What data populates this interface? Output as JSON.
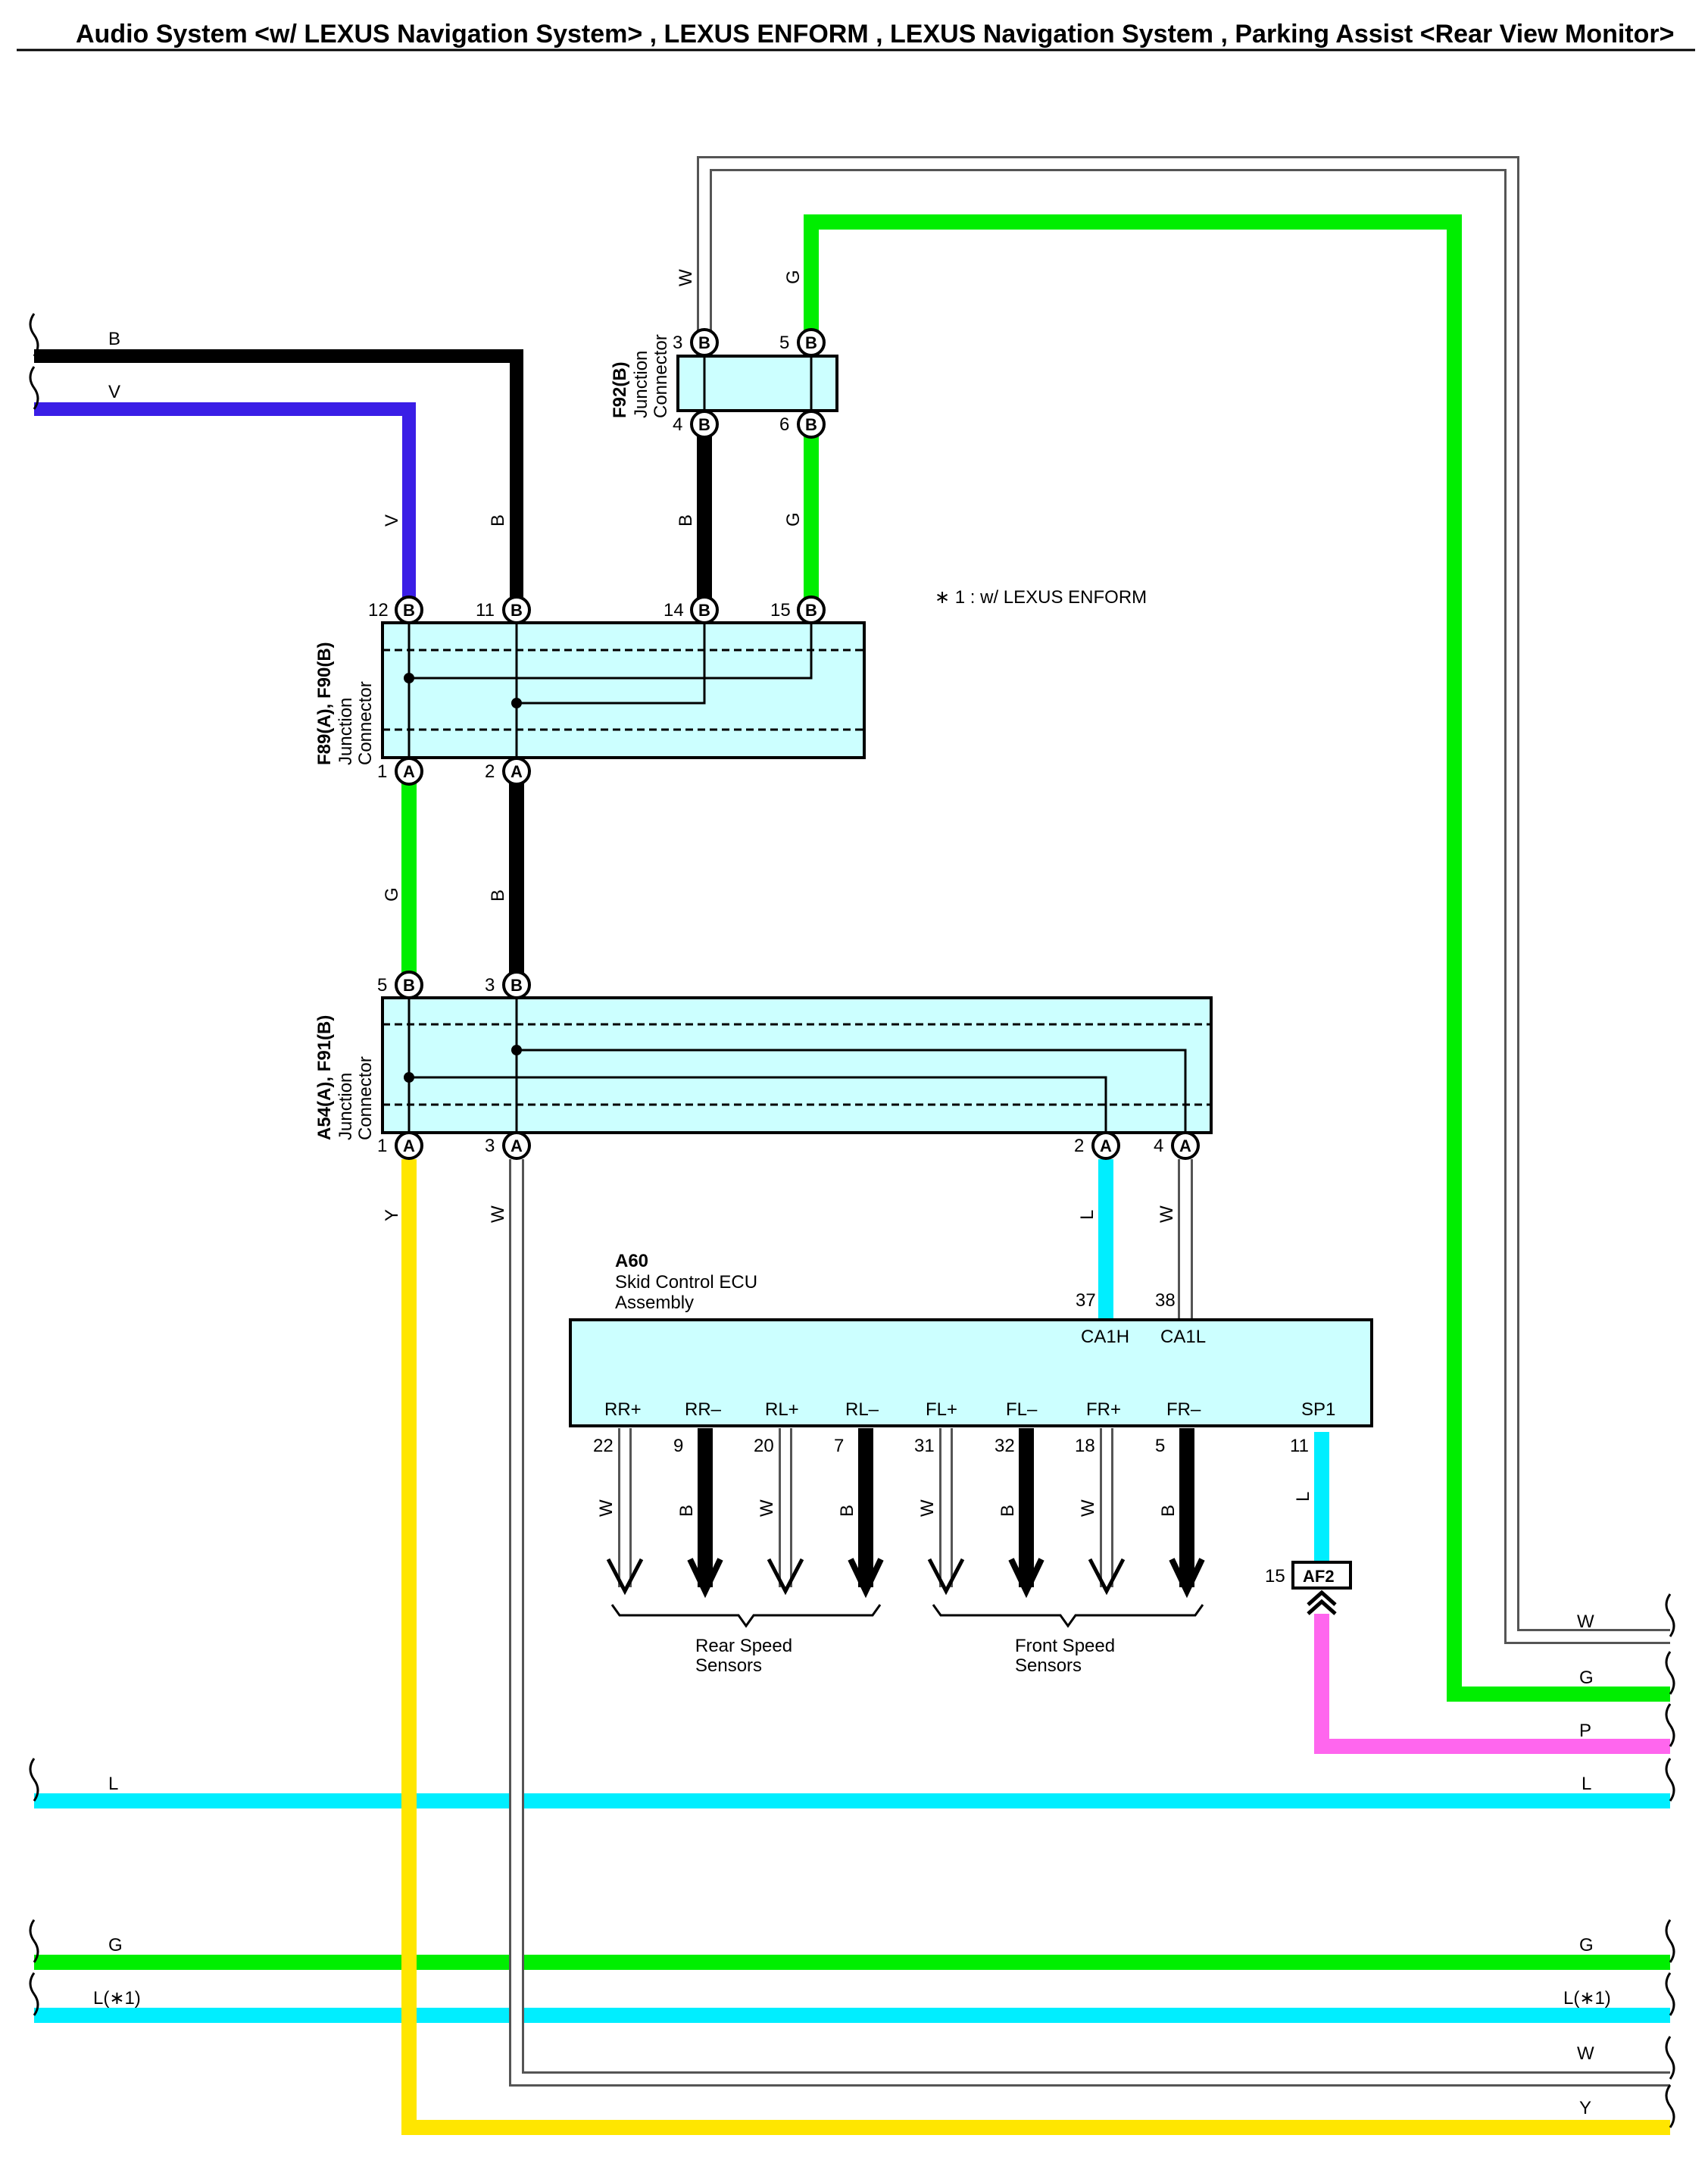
{
  "title": "Audio System <w/ LEXUS Navigation System> , LEXUS ENFORM , LEXUS Navigation System , Parking Assist <Rear View Monitor>",
  "note": "∗ 1 : w/ LEXUS ENFORM",
  "colors": {
    "B": "#000000",
    "V": "#3a1ee6",
    "G": "#00ee00",
    "L": "#00eeff",
    "Y": "#ffe600",
    "P": "#ff66ee",
    "W": "#ffffff",
    "box_fill": "#ccffff"
  },
  "connectors": {
    "f92": {
      "name": "F92(B)",
      "desc1": "Junction",
      "desc2": "Connector",
      "pins": [
        "3",
        "5",
        "4",
        "6"
      ],
      "side": "B"
    },
    "f89": {
      "name": "F89(A), F90(B)",
      "desc1": "Junction",
      "desc2": "Connector",
      "top_pins": [
        "12",
        "11",
        "14",
        "15"
      ],
      "bottom_pins": [
        "1",
        "2"
      ],
      "top_side": "B",
      "bottom_side": "A"
    },
    "a54": {
      "name": "A54(A), F91(B)",
      "desc1": "Junction",
      "desc2": "Connector",
      "top_pins": [
        "5",
        "3"
      ],
      "bottom_pins": [
        "1",
        "3",
        "2",
        "4"
      ],
      "top_side": "B",
      "bottom_side": "A"
    },
    "af2": {
      "name": "AF2",
      "pin": "15"
    }
  },
  "ecu": {
    "code": "A60",
    "name1": "Skid Control ECU",
    "name2": "Assembly",
    "top_terminals": [
      {
        "pin": "37",
        "label": "CA1H"
      },
      {
        "pin": "38",
        "label": "CA1L"
      }
    ],
    "bottom_terminals": [
      {
        "pin": "22",
        "label": "RR+",
        "wire": "W"
      },
      {
        "pin": "9",
        "label": "RR–",
        "wire": "B"
      },
      {
        "pin": "20",
        "label": "RL+",
        "wire": "W"
      },
      {
        "pin": "7",
        "label": "RL–",
        "wire": "B"
      },
      {
        "pin": "31",
        "label": "FL+",
        "wire": "W"
      },
      {
        "pin": "32",
        "label": "FL–",
        "wire": "B"
      },
      {
        "pin": "18",
        "label": "FR+",
        "wire": "W"
      },
      {
        "pin": "5",
        "label": "FR–",
        "wire": "B"
      },
      {
        "pin": "11",
        "label": "SP1",
        "wire": "L"
      }
    ]
  },
  "sensor_groups": {
    "rear": {
      "line1": "Rear Speed",
      "line2": "Sensors"
    },
    "front": {
      "line1": "Front Speed",
      "line2": "Sensors"
    }
  },
  "wire_labels": {
    "left_b": "B",
    "left_v": "V",
    "v_vertical": "V",
    "b_vertical": "B",
    "f92_w": "W",
    "f92_g": "G",
    "f92_b_down": "B",
    "f92_g_down": "G",
    "g_mid": "G",
    "b_mid": "B",
    "y_down": "Y",
    "w_down": "W",
    "l_ca1h": "L",
    "w_ca1l": "W",
    "l_sp1": "L",
    "right_w": "W",
    "right_g": "G",
    "right_p": "P",
    "l_left": "L",
    "l_right": "L",
    "g_left": "G",
    "g_right": "G",
    "l1_left": "L(∗1)",
    "l1_right": "L(∗1)",
    "w_bottom": "W",
    "y_bottom": "Y"
  }
}
